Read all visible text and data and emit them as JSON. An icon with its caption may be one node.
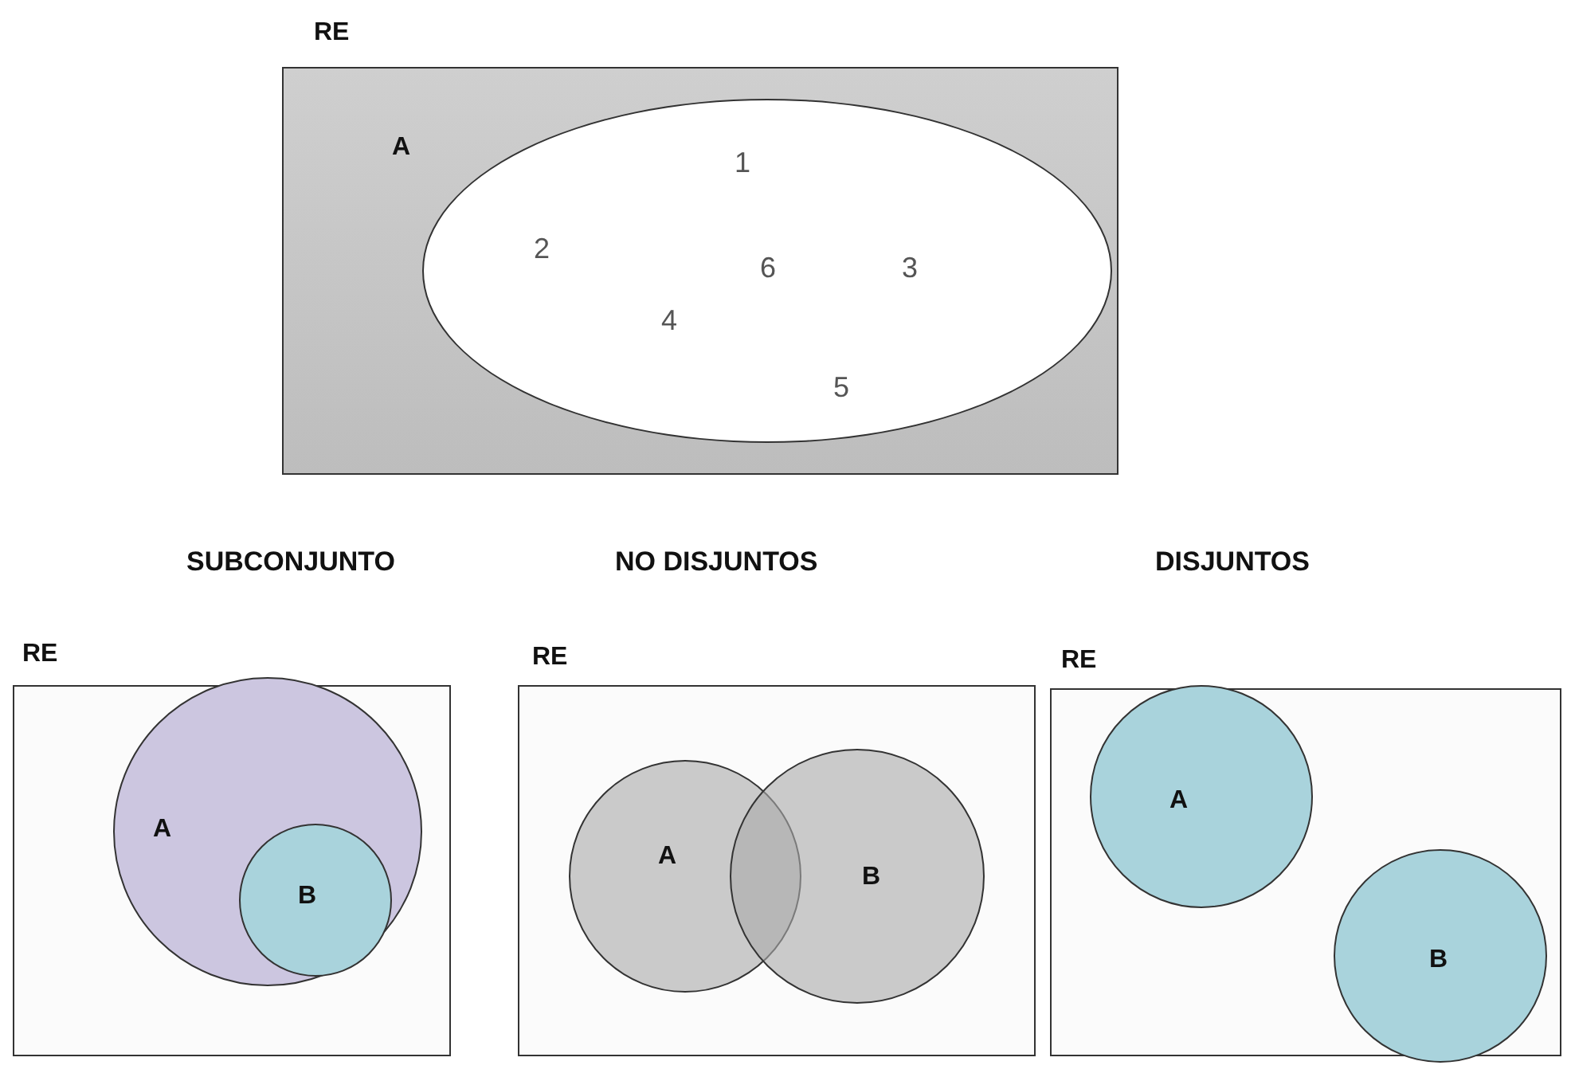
{
  "diagram": {
    "nodes": [
      {
        "text": [
          "RE"
        ]
      },
      {
        "text": [
          "A"
        ],
        "in": 0
      },
      {
        "text": [
          "RE"
        ]
      },
      {
        "text": [
          "A"
        ],
        "in": 2
      },
      {
        "text": [
          "B"
        ],
        "in": 3
      },
      {
        "text": [
          "RE"
        ]
      },
      {
        "text": [
          "A"
        ],
        "in": 5
      },
      {
        "text": [
          "B"
        ],
        "in": 5
      },
      {
        "text": [
          "RE"
        ]
      },
      {
        "text": [
          "A"
        ],
        "in": 8
      },
      {
        "text": [
          "B"
        ],
        "in": 8
      }
    ],
    "labels": [
      "1",
      "2",
      "6",
      "3",
      "4",
      "5",
      "SUBCONJUNTO",
      "NO DISJUNTOS",
      "DISJUNTOS"
    ]
  }
}
